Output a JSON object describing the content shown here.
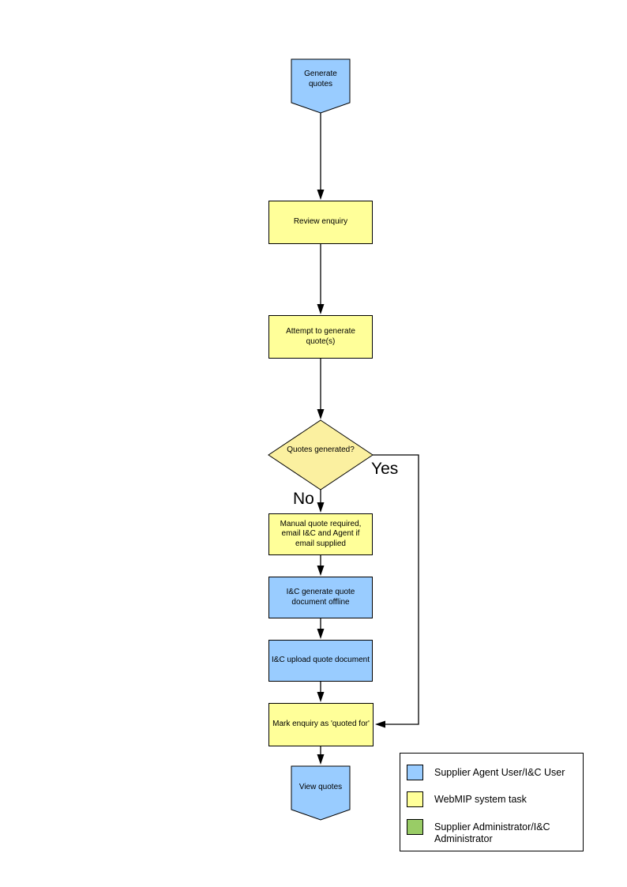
{
  "colors": {
    "supplier_user_task": "#99CCFF",
    "webmip_system_task": "#FFFF99",
    "decision_fill": "#FBF0A0",
    "admin_task": "#99CC66",
    "line": "#000000"
  },
  "flowchart": {
    "start_terminator": "Generate quotes",
    "steps": {
      "review": "Review enquiry",
      "attempt": "Attempt to generate quote(s)",
      "decision": "Quotes generated?",
      "manual": "Manual quote required, email I&C and Agent if email supplied",
      "generate_offline": "I&C generate quote document offline",
      "upload": "I&C upload quote document",
      "mark": "Mark enquiry as 'quoted for'"
    },
    "branch_labels": {
      "yes": "Yes",
      "no": "No"
    },
    "end_terminator": "View quotes"
  },
  "legend": {
    "items": [
      {
        "label": "Supplier Agent User/I&C User",
        "color": "#99CCFF"
      },
      {
        "label": "WebMIP system task",
        "color": "#FFFF99"
      },
      {
        "label": "Supplier Administrator/I&C Administrator",
        "color": "#99CC66"
      }
    ]
  }
}
